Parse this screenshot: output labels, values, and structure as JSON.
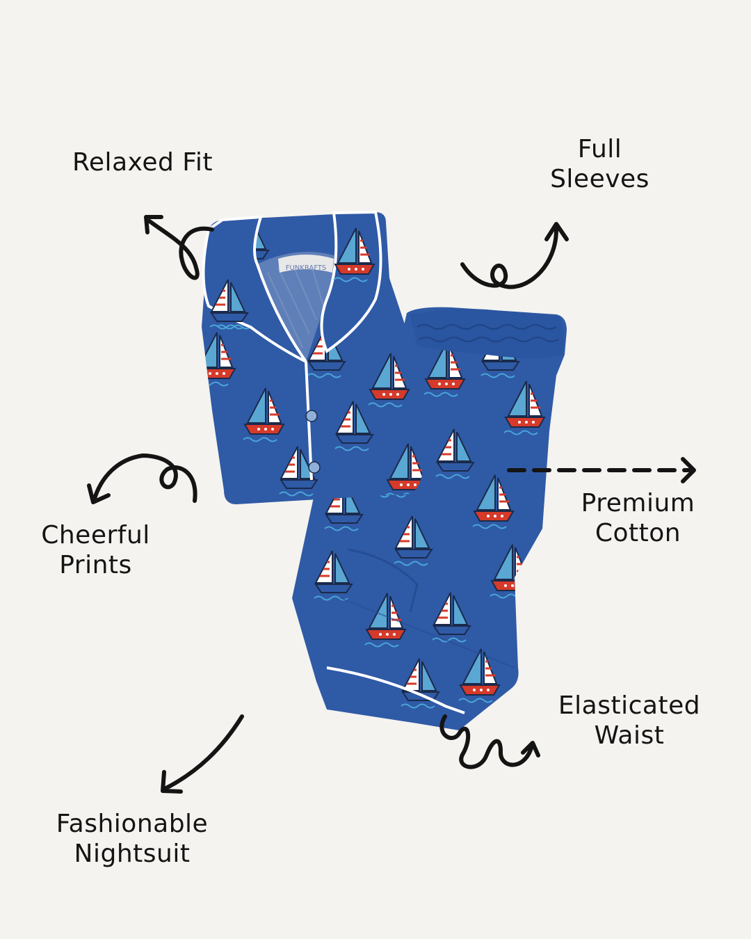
{
  "colors": {
    "background": "#f4f3ef",
    "fabric": "#2f5aa6",
    "fabric_dark": "#264d93",
    "sail_red": "#d63a2a",
    "sail_light_blue": "#5aa7d4",
    "piping": "#ffffff",
    "ink": "#141414"
  },
  "callouts": {
    "relaxed_fit": {
      "line1": "Relaxed Fit"
    },
    "full_sleeves": {
      "line1": "Full",
      "line2": "Sleeves"
    },
    "cheerful_prints": {
      "line1": "Cheerful",
      "line2": "Prints"
    },
    "premium_cotton": {
      "line1": "Premium",
      "line2": "Cotton"
    },
    "elasticated_waist": {
      "line1": "Elasticated",
      "line2": "Waist"
    },
    "fashionable_nightsuit": {
      "line1": "Fashionable",
      "line2": "Nightsuit"
    }
  },
  "product": {
    "name": "boat-print-nightsuit",
    "tag_text": "FUNKRAFTS"
  },
  "icons": [
    "loop-arrow-icon",
    "curved-arrow-icon",
    "dashed-arrow-icon",
    "straight-arrow-icon",
    "spiral-arrow-icon"
  ]
}
